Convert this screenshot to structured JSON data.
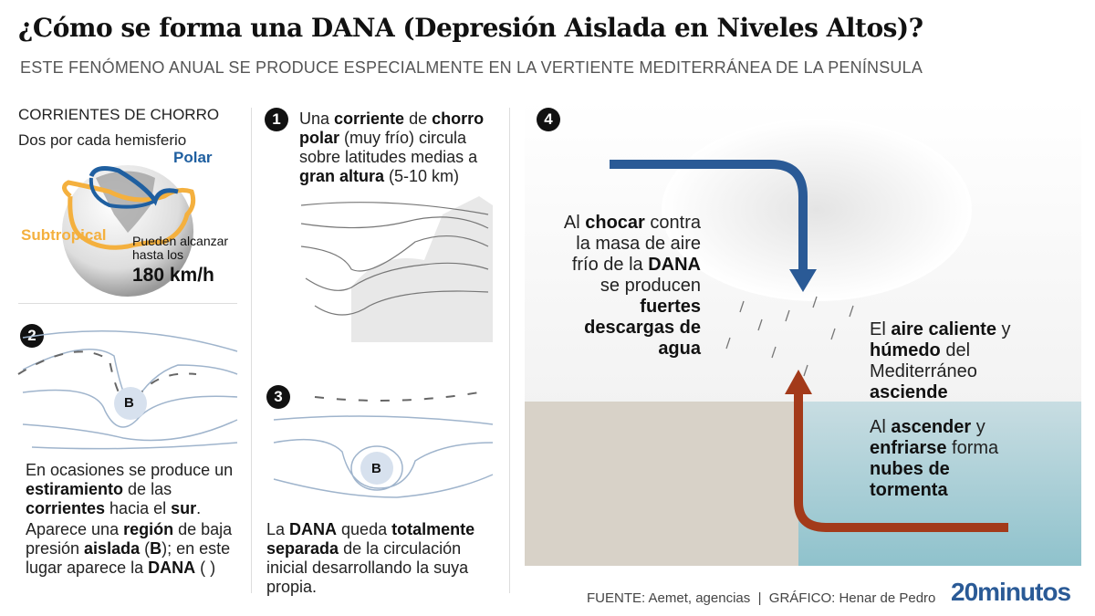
{
  "header": {
    "title": "¿Cómo se forma una DANA (Depresión Aislada en Niveles Altos)?",
    "subtitle": "ESTE FENÓMENO ANUAL SE PRODUCE ESPECIALMENTE EN LA VERTIENTE MEDITERRÁNEA DE LA PENÍNSULA"
  },
  "jet_streams": {
    "heading": "CORRIENTES DE CHORRO",
    "subheading": "Dos por cada hemisferio",
    "polar_label": "Polar",
    "subtropical_label": "Subtropical",
    "speed_note": "Pueden alcanzar hasta los",
    "speed_value": "180 km/h"
  },
  "steps": [
    {
      "number": "1",
      "segments": [
        {
          "t": "Una ",
          "b": false
        },
        {
          "t": "corriente",
          "b": true
        },
        {
          "t": " de ",
          "b": false
        },
        {
          "t": "chorro polar",
          "b": true
        },
        {
          "t": " (muy frío) circula sobre latitudes medias a ",
          "b": false
        },
        {
          "t": "gran altura",
          "b": true
        },
        {
          "t": " (5-10 km)",
          "b": false
        }
      ]
    },
    {
      "number": "2",
      "low_label": "B",
      "segments": [
        {
          "t": "En ocasiones se produce un ",
          "b": false
        },
        {
          "t": "estiramiento",
          "b": true
        },
        {
          "t": " de las ",
          "b": false
        },
        {
          "t": "corrientes",
          "b": true
        },
        {
          "t": " hacia el ",
          "b": false
        },
        {
          "t": "sur",
          "b": true
        },
        {
          "t": ".",
          "b": false
        }
      ],
      "segments2": [
        {
          "t": "Aparece una ",
          "b": false
        },
        {
          "t": "región",
          "b": true
        },
        {
          "t": " de baja presión ",
          "b": false
        },
        {
          "t": "aislada",
          "b": true
        },
        {
          "t": " (",
          "b": false
        },
        {
          "t": "B",
          "b": true
        },
        {
          "t": "); en este lugar aparece la ",
          "b": false
        },
        {
          "t": "DANA",
          "b": true
        },
        {
          "t": " (      )",
          "b": false
        }
      ]
    },
    {
      "number": "3",
      "low_label": "B",
      "segments": [
        {
          "t": "La ",
          "b": false
        },
        {
          "t": "DANA",
          "b": true
        },
        {
          "t": " queda ",
          "b": false
        },
        {
          "t": "totalmente separada",
          "b": true
        },
        {
          "t": " de la circulación inicial desarrollando la suya propia.",
          "b": false
        }
      ]
    },
    {
      "number": "4",
      "segments": [
        {
          "t": "Al ",
          "b": false
        },
        {
          "t": "chocar",
          "b": true
        },
        {
          "t": " contra la masa de aire frío de la ",
          "b": false
        },
        {
          "t": "DANA",
          "b": true
        },
        {
          "t": " se producen ",
          "b": false
        },
        {
          "t": "fuertes descargas de agua",
          "b": true
        }
      ],
      "segments2": [
        {
          "t": "El ",
          "b": false
        },
        {
          "t": "aire caliente",
          "b": true
        },
        {
          "t": " y ",
          "b": false
        },
        {
          "t": "húmedo",
          "b": true
        },
        {
          "t": " del Mediterráneo ",
          "b": false
        },
        {
          "t": "asciende",
          "b": true
        }
      ],
      "segments3": [
        {
          "t": "Al ",
          "b": false
        },
        {
          "t": "ascender",
          "b": true
        },
        {
          "t": " y ",
          "b": false
        },
        {
          "t": "enfriarse",
          "b": true
        },
        {
          "t": " forma ",
          "b": false
        },
        {
          "t": "nubes de tormenta",
          "b": true
        }
      ]
    }
  ],
  "footer": {
    "credits": "FUENTE: Aemet, agencias  |  GRÁFICO: Henar de Pedro",
    "logo": "20minutos"
  },
  "colors": {
    "polar": "#1f5fa0",
    "subtropical": "#f4b03e",
    "warm": "#a33a1a",
    "flow": "#9fb4cc"
  }
}
